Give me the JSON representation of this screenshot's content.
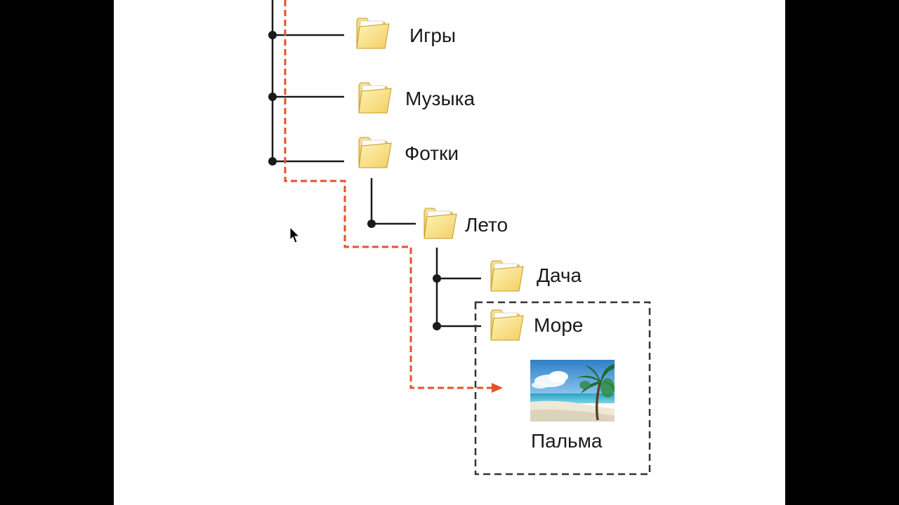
{
  "tree": {
    "folders": [
      {
        "label": "Игры",
        "icon": "folder-icon"
      },
      {
        "label": "Музыка",
        "icon": "folder-icon"
      },
      {
        "label": "Фотки",
        "icon": "folder-icon"
      },
      {
        "label": "Лето",
        "icon": "folder-icon"
      },
      {
        "label": "Дача",
        "icon": "folder-icon"
      },
      {
        "label": "Море",
        "icon": "folder-icon"
      }
    ],
    "file": {
      "label": "Пальма",
      "icon": "image-thumbnail"
    }
  },
  "colors": {
    "background": "#ffffff",
    "frame": "#000000",
    "tree_lines": "#1a1a1a",
    "path_line": "#e8502a",
    "folder_fill": "#f4d77a",
    "selection_border": "#333333"
  }
}
